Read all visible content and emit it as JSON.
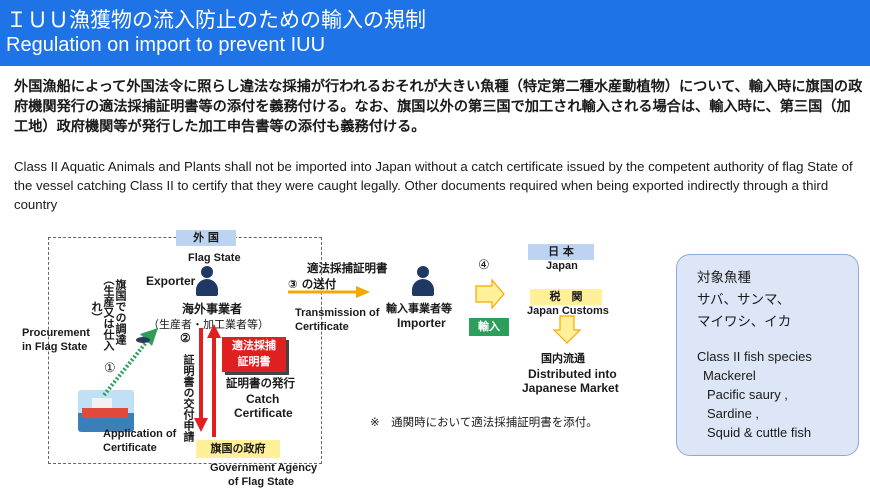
{
  "header": {
    "title_ja": "ＩＵＵ漁獲物の流入防止のための輸入の規制",
    "title_en": "Regulation on import to prevent IUU"
  },
  "intro": {
    "ja": "外国漁船によって外国法令に照らし違法な採捕が行われるおそれが大きい魚種（特定第二種水産動植物）について、輸入時に旗国の政府機関発行の適法採捕証明書等の添付を義務付ける。なお、旗国以外の第三国で加工され輸入される場合は、輸入時に、第三国（加工地）政府機関等が発行した加工申告書等の添付も義務付ける。",
    "en": "Class II Aquatic Animals and Plants shall not be imported into Japan without a catch certificate issued by the competent authority of flag State of the vessel catching Class II to certify that they were caught legally. Other documents required when being   exported indirectly through a third country"
  },
  "diagram": {
    "foreign_tag": "外 国",
    "flag_state": "Flag State",
    "exporter_en": "Exporter",
    "exporter_ja": "海外事業者",
    "exporter_sub": "（生産者・加工業者等）",
    "procurement_ja": "旗国での調達\n（生産又は仕入れ）",
    "procurement_en_1": "Procurement",
    "procurement_en_2": "in Flag State",
    "step1": "①",
    "step2_ja": "② 証明書の交付申請",
    "application_1": "Application of",
    "application_2": "Certificate",
    "catch_cert_badge_1": "適法採捕",
    "catch_cert_badge_2": "証明書",
    "issuance_ja": "証明書の発行",
    "catch_cert_en_1": "Catch",
    "catch_cert_en_2": "Certificate",
    "gov_ja": "旗国の政府",
    "gov_en_1": "Government Agency",
    "gov_en_2": "of Flag State",
    "step3_ja_1": "適法採捕証明書",
    "step3_ja_2": "③ の送付",
    "transmission_1": "Transmission of",
    "transmission_2": "Certificate",
    "importer_ja": "輸入事業者等",
    "importer_en": "Importer",
    "step4": "④",
    "import_label": "輸入",
    "japan_tag": "日 本",
    "japan_en": "Japan",
    "customs_ja": "税　関",
    "customs_en": "Japan Customs",
    "distributed_ja": "国内流通",
    "distributed_en_1": "Distributed into",
    "distributed_en_2": "Japanese Market",
    "note": "※　通関時において適法採捕証明書を添付。"
  },
  "fish": {
    "title_ja": "対象魚種",
    "species_ja_1": "サバ、サンマ、",
    "species_ja_2": "マイワシ、イカ",
    "title_en": "Class II fish species",
    "species_en": [
      "Mackerel",
      "Pacific saury ,",
      "Sardine ,",
      "Squid & cuttle fish"
    ]
  },
  "colors": {
    "header_bg": "#1e73e6",
    "tag_blue": "#bcd3f2",
    "tag_yellow": "#fff099",
    "badge_red": "#e02020",
    "arrow_orange": "#f2a900",
    "arrow_red": "#e02020",
    "arrow_green": "#2e9e5b",
    "panel_bg": "#dce6f6"
  }
}
